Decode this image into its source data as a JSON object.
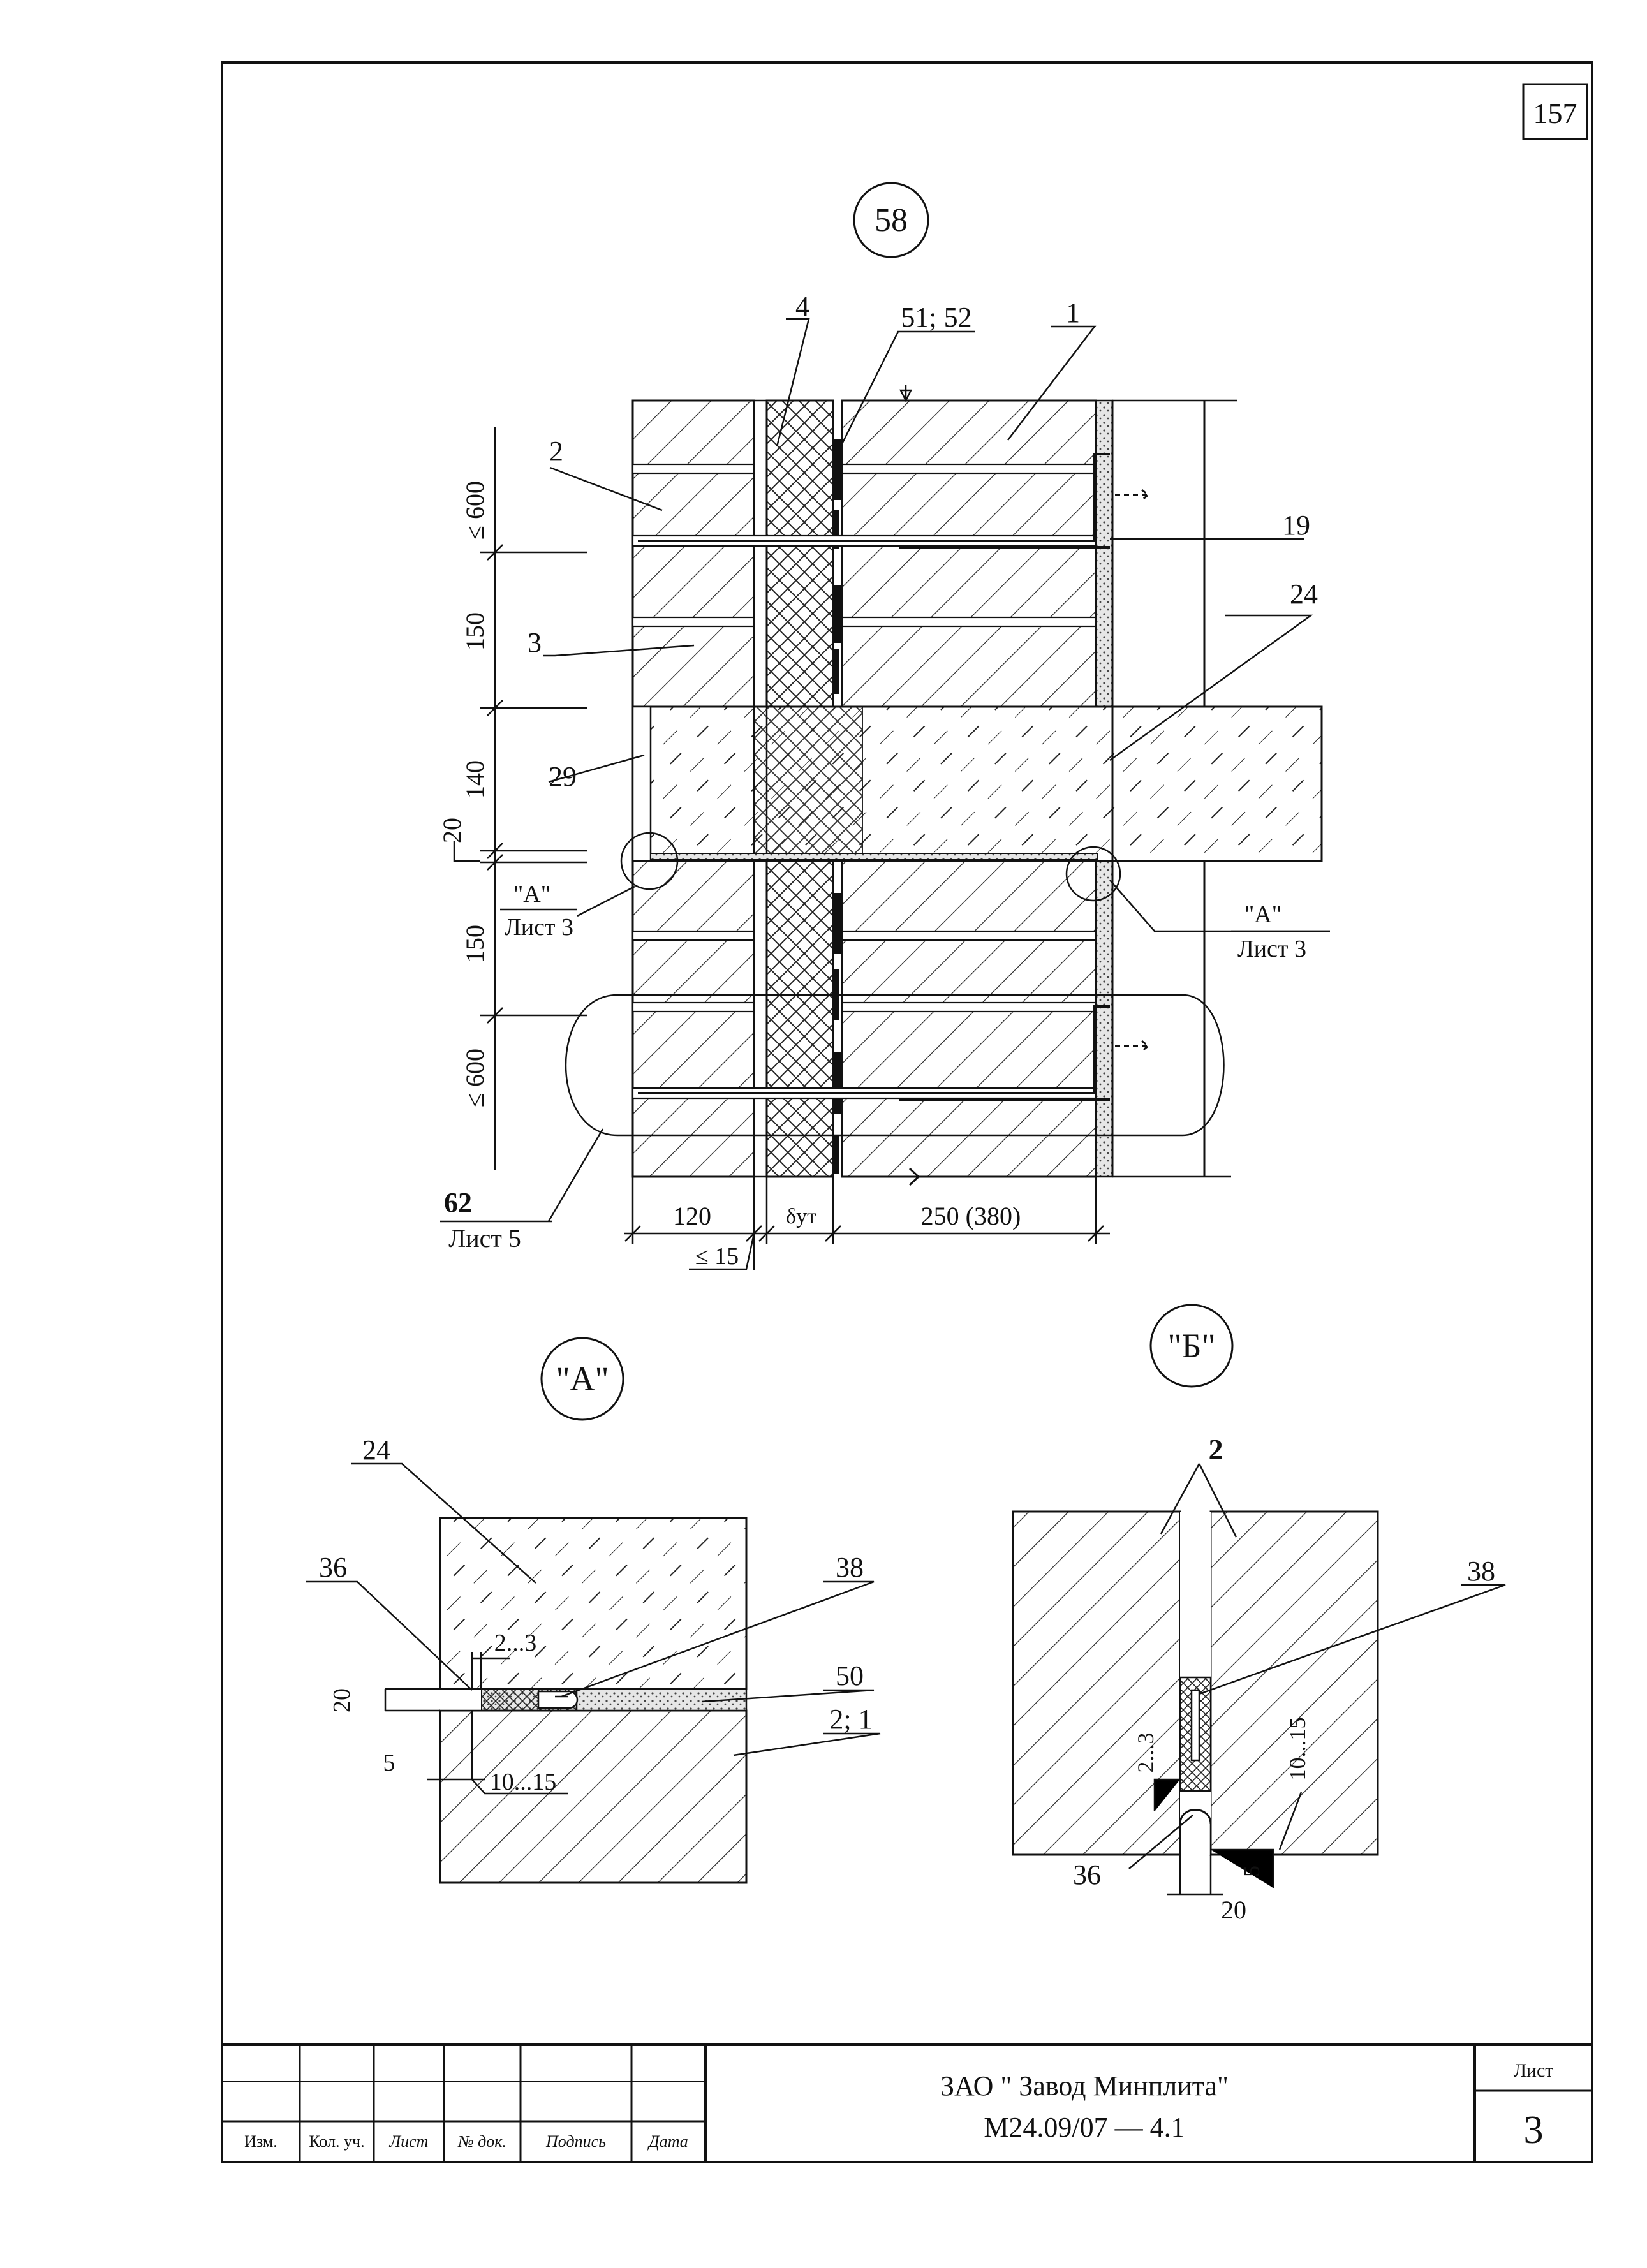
{
  "sheet": {
    "page_number": "157",
    "sheet_label": "Лист",
    "sheet_number": "3",
    "company": "ЗАО \" Завод Минплита\"",
    "document_code": "М24.09/07 — 4.1",
    "stamp_headers": [
      "Изм.",
      "Кол. уч.",
      "Лист",
      "№ док.",
      "Подпись",
      "Дата"
    ]
  },
  "main_view": {
    "node_number": "58",
    "labels": {
      "l4": "4",
      "l51": "51; 52",
      "l1": "1",
      "l2": "2",
      "l3": "3",
      "l19": "19",
      "l24": "24",
      "l29": "29"
    },
    "dims": {
      "d600_top": "≤ 600",
      "d150_a": "150",
      "d140": "140",
      "d20": "20",
      "d150_b": "150",
      "d600_bottom": "≤ 600",
      "d120": "120",
      "dut": "δут",
      "d250": "250 (380)",
      "d15": "≤ 15"
    },
    "refs": {
      "ref_a": "\"А\"",
      "ref_a_sheet": "Лист 3",
      "ref_b": "\"А\"",
      "ref_b_sheet": "Лист 3",
      "ref_62": "62",
      "ref_62_sheet": "Лист 5"
    }
  },
  "detail_a": {
    "title": "\"А\"",
    "labels": {
      "l24": "24",
      "l36": "36",
      "l38": "38",
      "l50": "50",
      "l21": "2; 1"
    },
    "dims": {
      "d2_3": "2...3",
      "d20": "20",
      "d5": "5",
      "d10_15": "10...15"
    }
  },
  "detail_b": {
    "title": "\"Б\"",
    "labels": {
      "l2": "2",
      "l38": "38",
      "l36": "36"
    },
    "dims": {
      "d2_3": "2...3",
      "d10_15": "10...15",
      "d5": "5",
      "d20": "20"
    }
  }
}
